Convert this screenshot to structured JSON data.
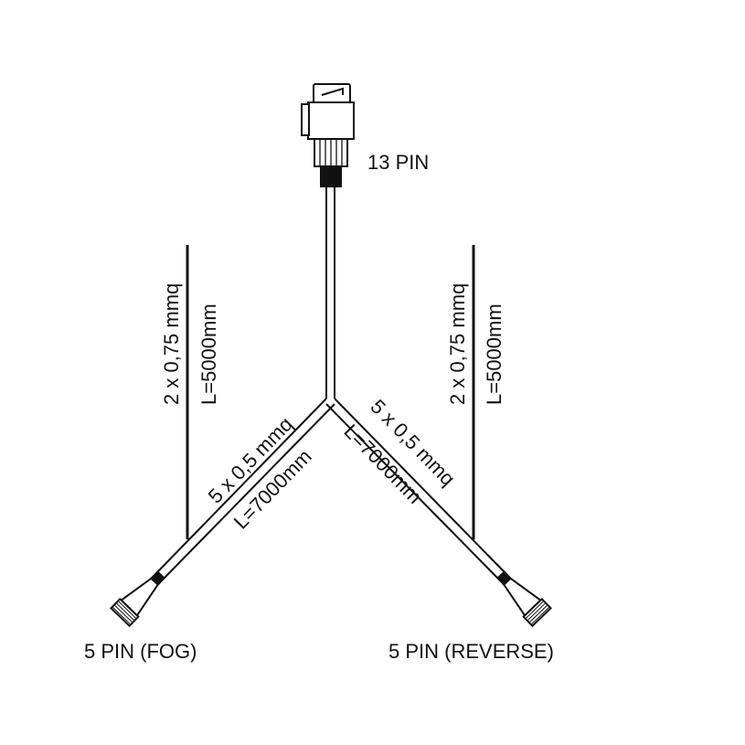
{
  "diagram": {
    "main_connector_label": "13 PIN",
    "left_connector_label": "5 PIN (FOG)",
    "right_connector_label": "5 PIN (REVERSE)",
    "left_cable": {
      "section": "5 x 0,5 mmq",
      "length": "L=7000mm"
    },
    "right_cable": {
      "section": "5 x 0,5 mmq",
      "length": "L=7000mm"
    },
    "left_aux_cable": {
      "section": "2 x 0,75 mmq",
      "length": "L=5000mm"
    },
    "right_aux_cable": {
      "section": "2 x 0,75 mmq",
      "length": "L=5000mm"
    },
    "colors": {
      "line": "#111111",
      "background": "#ffffff"
    }
  }
}
